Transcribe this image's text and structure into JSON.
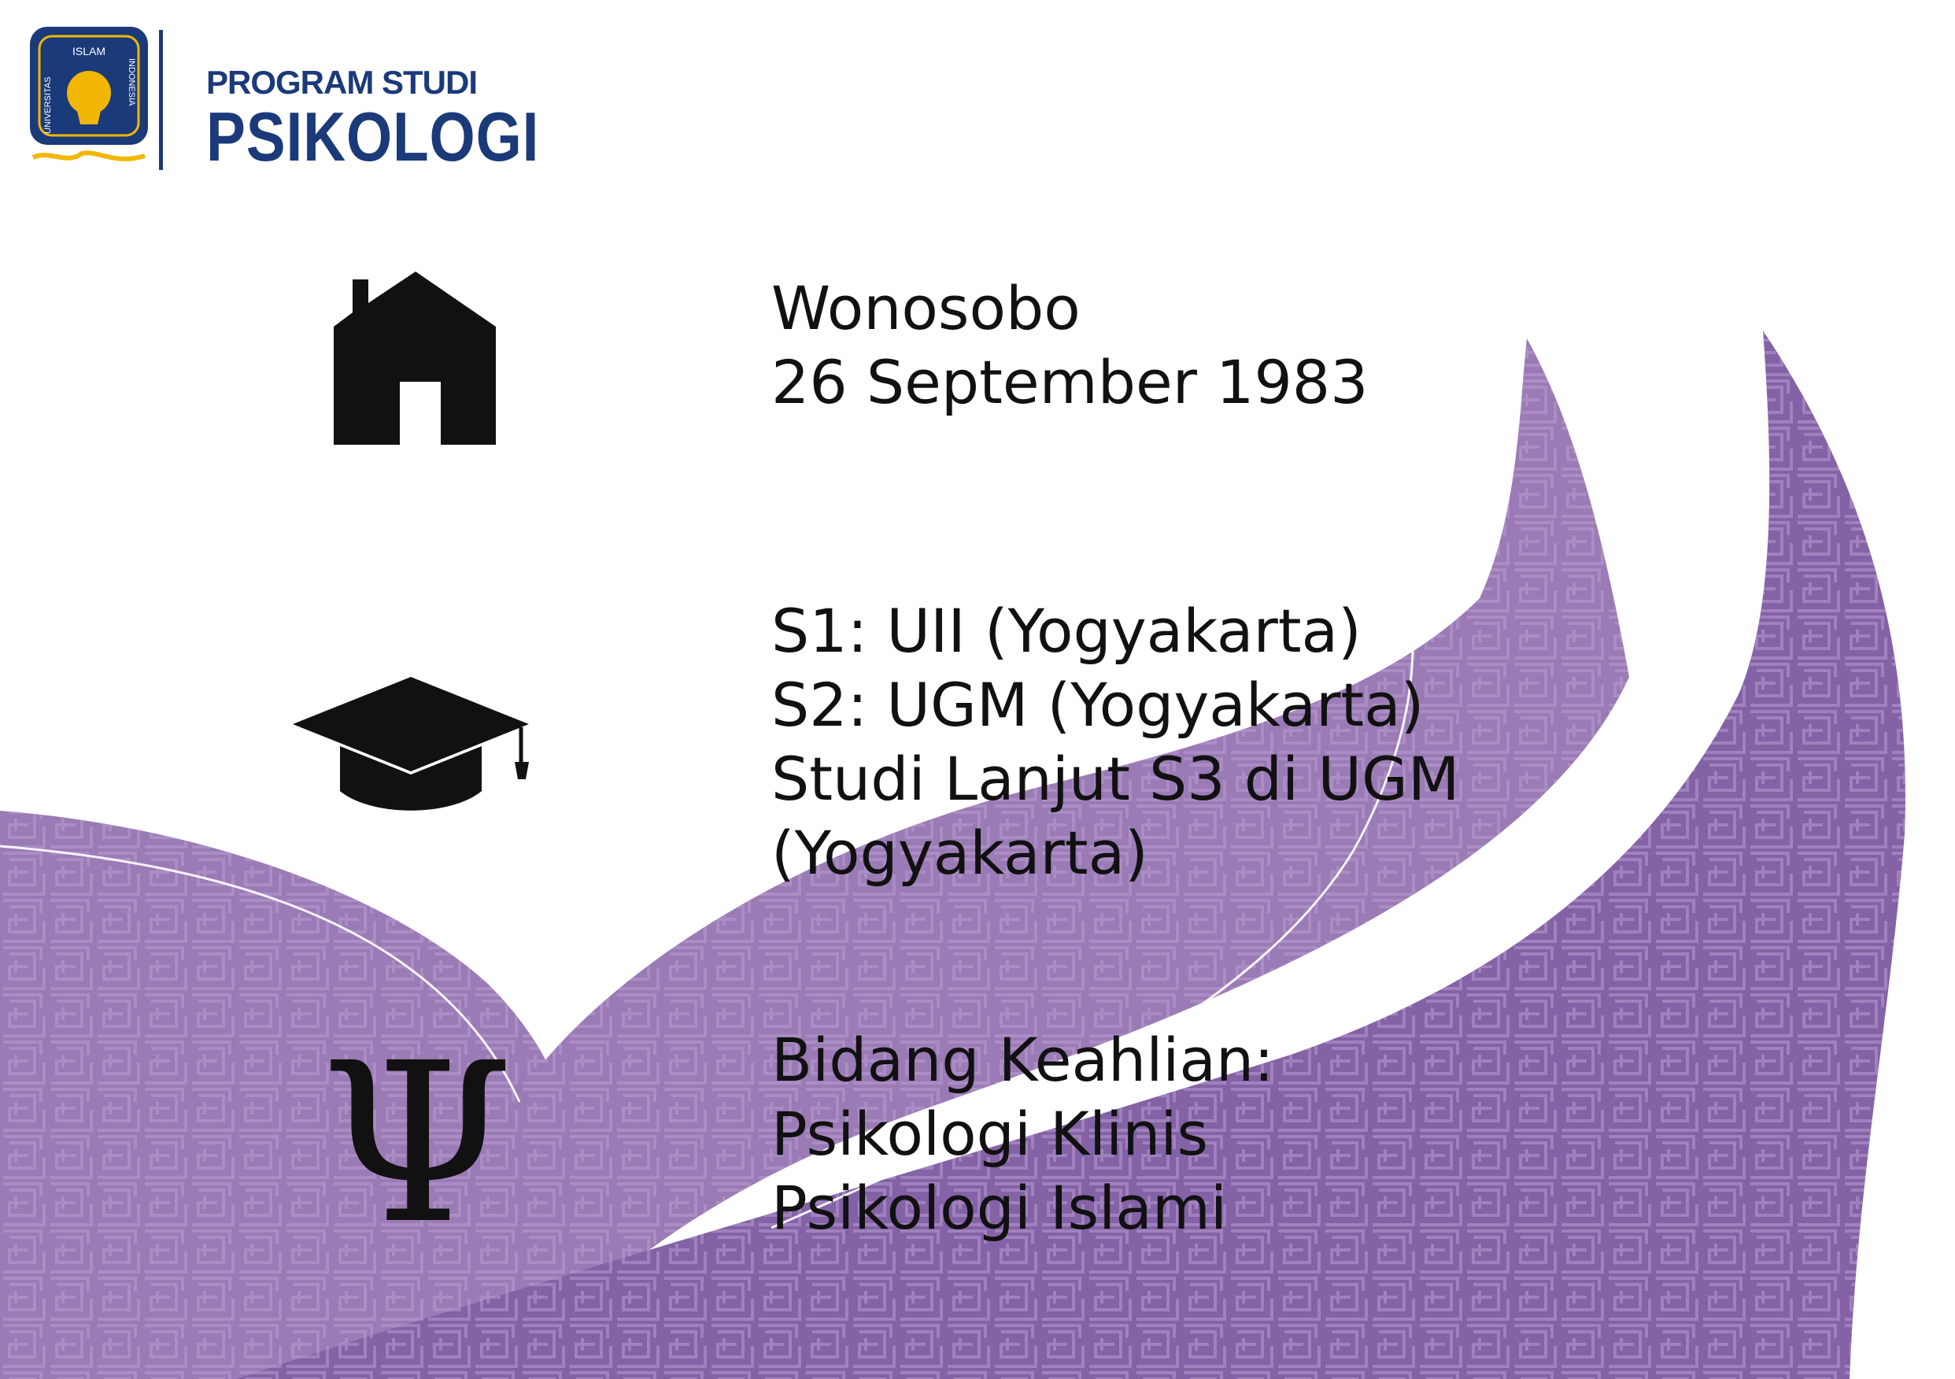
{
  "header": {
    "logo_ring_top": "ISLAM",
    "logo_ring_left": "UNIVERSITAS",
    "logo_ring_right": "INDONESIA",
    "program_label": "PROGRAM STUDI",
    "program_name": "PSIKOLOGI"
  },
  "colors": {
    "brand_blue": "#1b3a7a",
    "logo_gold": "#f2b705",
    "accent_purple": "#9b7bb5",
    "accent_purple_dark": "#8462a6",
    "text": "#111111"
  },
  "icons": {
    "birth": "house-icon",
    "education": "graduation-cap-icon",
    "expertise": "psi-icon",
    "psi_glyph": "Ψ"
  },
  "birth": {
    "place": "Wonosobo",
    "date": "26 September 1983"
  },
  "education": {
    "s1": "S1: UII (Yogyakarta)",
    "s2": "S2: UGM (Yogyakarta)",
    "s3_line1": "Studi Lanjut S3 di UGM",
    "s3_line2": "(Yogyakarta)"
  },
  "expertise": {
    "heading": "Bidang Keahlian:",
    "item1": "Psikologi Klinis",
    "item2": "Psikologi Islami"
  }
}
